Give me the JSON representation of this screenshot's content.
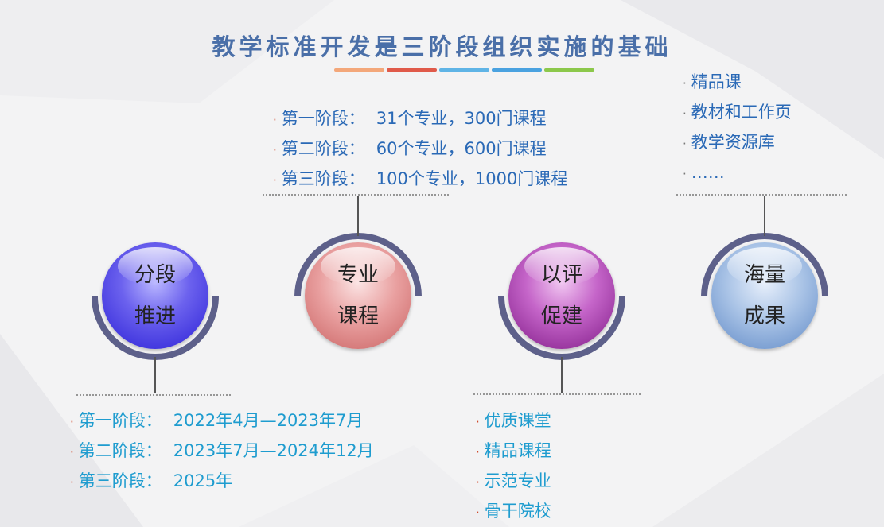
{
  "title": "教学标准开发是三阶段组织实施的基础",
  "title_bar_colors": [
    "#f3a77a",
    "#e05a4a",
    "#5fb4e6",
    "#4aa2e0",
    "#8cc84b"
  ],
  "nodes": [
    {
      "line1": "分段",
      "line2": "推进"
    },
    {
      "line1": "专业",
      "line2": "课程"
    },
    {
      "line1": "以评",
      "line2": "促建"
    },
    {
      "line1": "海量",
      "line2": "成果"
    }
  ],
  "top_left_block": {
    "rows": [
      {
        "bullet": "·",
        "label": "第一阶段：",
        "value": "31个专业，300门课程"
      },
      {
        "bullet": "·",
        "label": "第二阶段：",
        "value": "60个专业，600门课程"
      },
      {
        "bullet": "·",
        "label": "第三阶段：",
        "value": "100个专业，1000门课程"
      }
    ]
  },
  "top_right_block": {
    "rows": [
      {
        "bullet": "·",
        "text": "精品课"
      },
      {
        "bullet": "·",
        "text": "教材和工作页"
      },
      {
        "bullet": "·",
        "text": "教学资源库"
      },
      {
        "bullet": "·",
        "text": "……"
      }
    ]
  },
  "bottom_left_block": {
    "rows": [
      {
        "bullet": "·",
        "label": "第一阶段：",
        "value": "2022年4月—2023年7月"
      },
      {
        "bullet": "·",
        "label": "第二阶段：",
        "value": "2023年7月—2024年12月"
      },
      {
        "bullet": "·",
        "label": "第三阶段：",
        "value": "2025年"
      }
    ]
  },
  "bottom_right_block": {
    "rows": [
      {
        "bullet": "·",
        "text": "优质课堂"
      },
      {
        "bullet": "·",
        "text": "精品课程"
      },
      {
        "bullet": "·",
        "text": "示范专业"
      },
      {
        "bullet": "·",
        "text": "骨干院校"
      }
    ]
  }
}
